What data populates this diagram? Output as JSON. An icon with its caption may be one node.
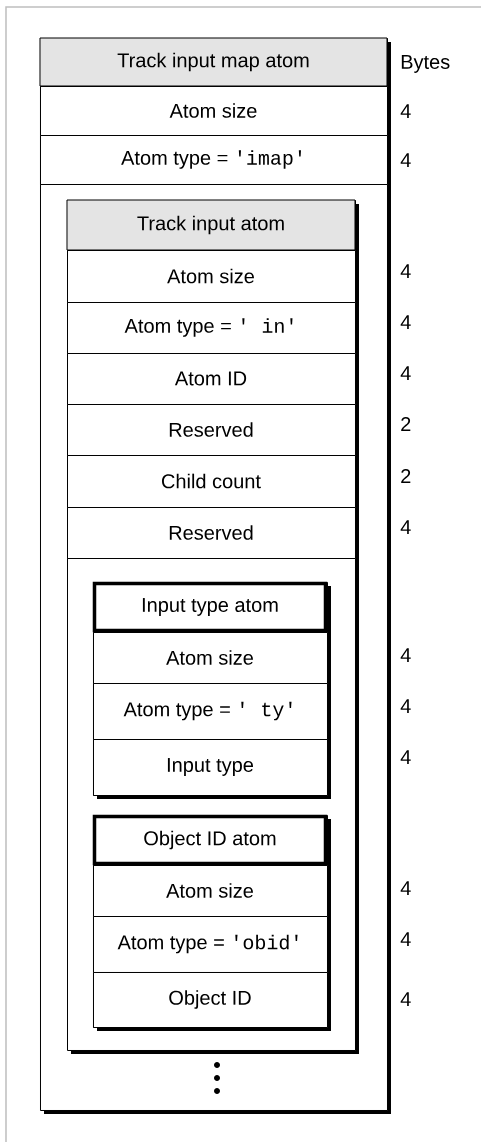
{
  "diagram": {
    "nodes": [
      {
        "text": [
          "Track input map atom"
        ]
      },
      {
        "text": [
          "Atom size"
        ],
        "in": 0
      },
      {
        "text": [
          "Atom type =",
          "'imap'"
        ],
        "in": 0
      },
      {
        "text": [
          "Track input atom"
        ],
        "in": 0
      },
      {
        "text": [
          "Atom size"
        ],
        "in": 3
      },
      {
        "text": [
          "Atom type =",
          "'  in'"
        ],
        "in": 3
      },
      {
        "text": [
          "Atom ID"
        ],
        "in": 3
      },
      {
        "text": [
          "Reserved"
        ],
        "in": 3
      },
      {
        "text": [
          "Child count"
        ],
        "in": 3
      },
      {
        "text": [
          "Reserved"
        ],
        "in": 3
      },
      {
        "text": [
          "Input type atom"
        ],
        "in": 3
      },
      {
        "text": [
          "Atom size"
        ],
        "in": 10
      },
      {
        "text": [
          "Atom type =",
          "'  ty'"
        ],
        "in": 10
      },
      {
        "text": [
          "Input type"
        ],
        "in": 10
      },
      {
        "text": [
          "Object ID atom"
        ],
        "in": 3
      },
      {
        "text": [
          "Atom size"
        ],
        "in": 14
      },
      {
        "text": [
          "Atom type =",
          "'obid'"
        ],
        "in": 14
      },
      {
        "text": [
          "Object ID"
        ],
        "in": 14
      }
    ],
    "labels": [
      "Bytes",
      "4",
      "4",
      "4",
      "4",
      "4",
      "2",
      "2",
      "4",
      "4",
      "4",
      "4",
      "4",
      "4",
      "4"
    ]
  }
}
